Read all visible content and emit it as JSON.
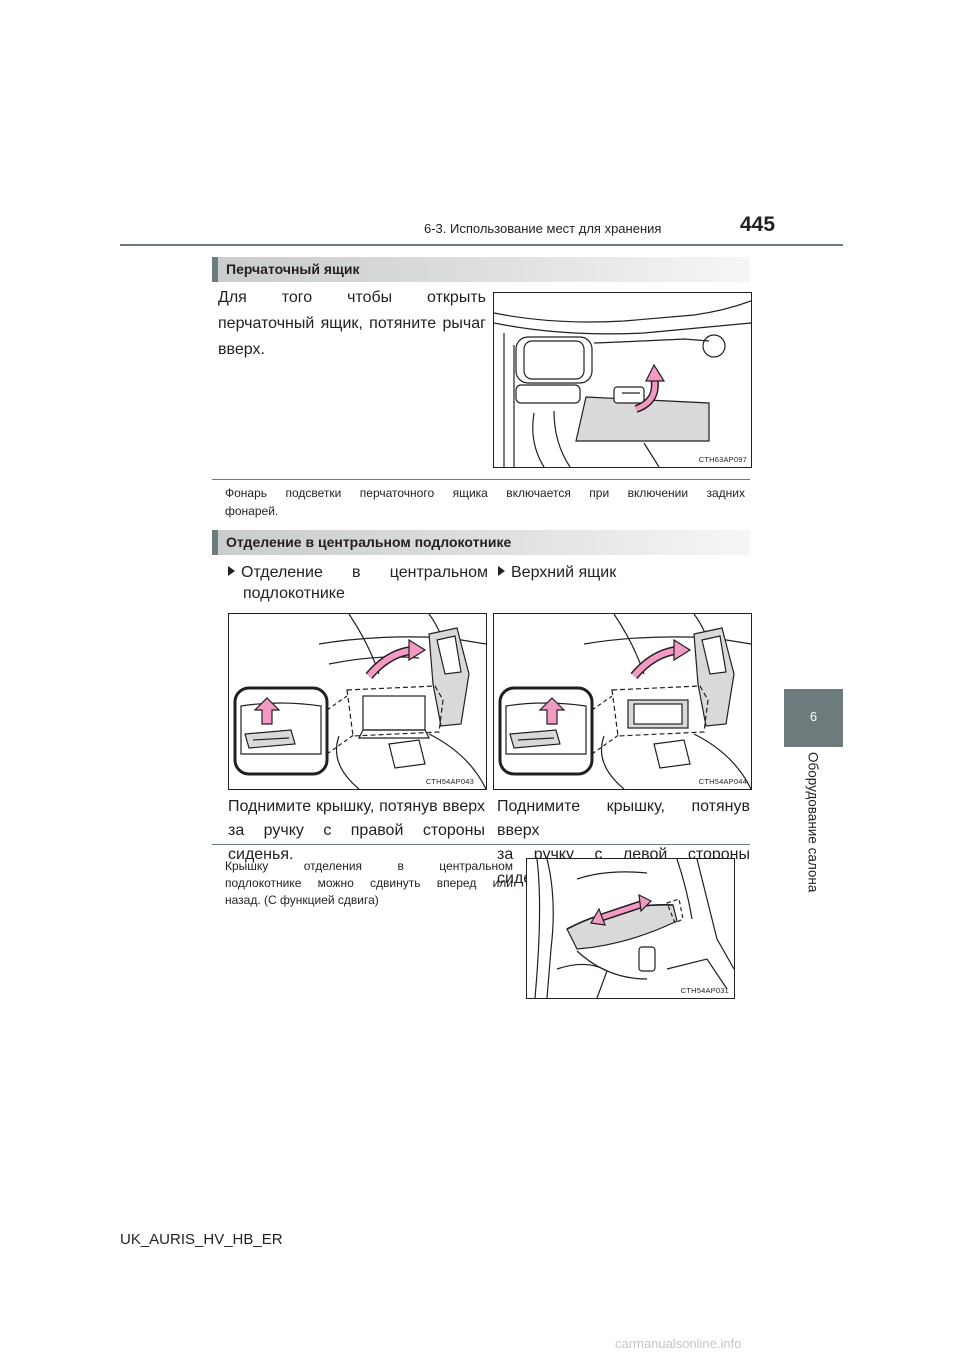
{
  "header": {
    "section": "6-3. Использование мест для хранения",
    "page_number": "445"
  },
  "side_tab": {
    "number": "6",
    "chapter": "Оборудование салона"
  },
  "glovebox": {
    "title": "Перчаточный ящик",
    "text_lines": [
      "Для того чтобы открыть",
      "перчаточный ящик, потяните рычаг",
      "вверх."
    ],
    "image_code": "CTH63AP097",
    "note_lines": [
      "Фонарь подсветки перчаточного ящика включается при включении задних",
      "фонарей."
    ]
  },
  "console": {
    "title": "Отделение в центральном подлокотнике",
    "left": {
      "bullet_lines": [
        "Отделение в центральном",
        "подлокотнике"
      ],
      "image_code": "CTH54AP043",
      "caption_lines": [
        "Поднимите крышку, потянув вверх",
        "за ручку с правой стороны сиденья."
      ]
    },
    "right": {
      "bullet": "Верхний ящик",
      "image_code": "CTH54AP044",
      "caption_lines": [
        "Поднимите крышку, потянув вверх",
        "за ручку с левой стороны сиденья."
      ]
    },
    "note_lines": [
      "Крышку отделения в центральном",
      "подлокотнике можно сдвинуть вперед или",
      "назад. (С функцией сдвига)"
    ],
    "slide_image_code": "CTH54AP031"
  },
  "footer": {
    "model_code": "UK_AURIS_HV_HB_ER"
  },
  "watermark": "carmanualsonline.info",
  "colors": {
    "accent": "#6d7b7c",
    "arrow_fill": "#f29ac4",
    "text": "#231f20",
    "panel_gray": "#d9d9d9"
  },
  "icons": [
    "bullet-triangle-icon",
    "up-arrow-icon",
    "curved-arrow-icon",
    "double-arrow-icon"
  ]
}
